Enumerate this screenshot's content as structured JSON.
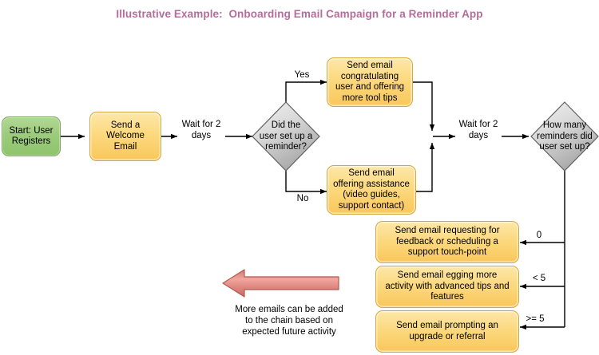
{
  "title": "Illustrative Example:  Onboarding Email Campaign for a Reminder App",
  "colors": {
    "title": "#b56c9b",
    "start_fill": "#9ccb7c",
    "start_stroke": "#7aa661",
    "email_fill": "#fcd97f",
    "email_stroke": "#d6a73d",
    "decision_fill": "#c8c8c8",
    "decision_stroke": "#666666",
    "edge": "#000000",
    "note_arrow_fill": "#e38b84",
    "note_arrow_stroke": "#b35a52"
  },
  "nodes": {
    "start": {
      "label": "Start: User\nRegisters",
      "type": "terminator"
    },
    "welcome_email": {
      "label": "Send a\nWelcome\nEmail",
      "type": "email"
    },
    "decision_reminder": {
      "label": "Did the\nuser set up a\nreminder?",
      "type": "decision"
    },
    "email_congrats": {
      "label": "Send email\ncongratulating\nuser and offering\nmore tool tips",
      "type": "email"
    },
    "email_assistance": {
      "label": "Send email\noffering assistance\n(video guides,\nsupport contact)",
      "type": "email"
    },
    "decision_count": {
      "label": "How many\nreminders did\nuser set up?",
      "type": "decision"
    },
    "email_feedback": {
      "label": "Send email requesting for\nfeedback or scheduling a\nsupport touch-point",
      "type": "email"
    },
    "email_activity": {
      "label": "Send email egging more\nactivity with advanced tips and\nfeatures",
      "type": "email"
    },
    "email_upgrade": {
      "label": "Send email prompting an\nupgrade or referral",
      "type": "email"
    }
  },
  "edge_labels": {
    "wait1": "Wait for 2\ndays",
    "wait2": "Wait for 2\ndays",
    "yes": "Yes",
    "no": "No",
    "zero": "0",
    "lt5": "< 5",
    "gte5": ">= 5"
  },
  "note": {
    "text": "More emails can be added\nto the chain based on\nexpected future activity",
    "arrow_direction": "left"
  }
}
